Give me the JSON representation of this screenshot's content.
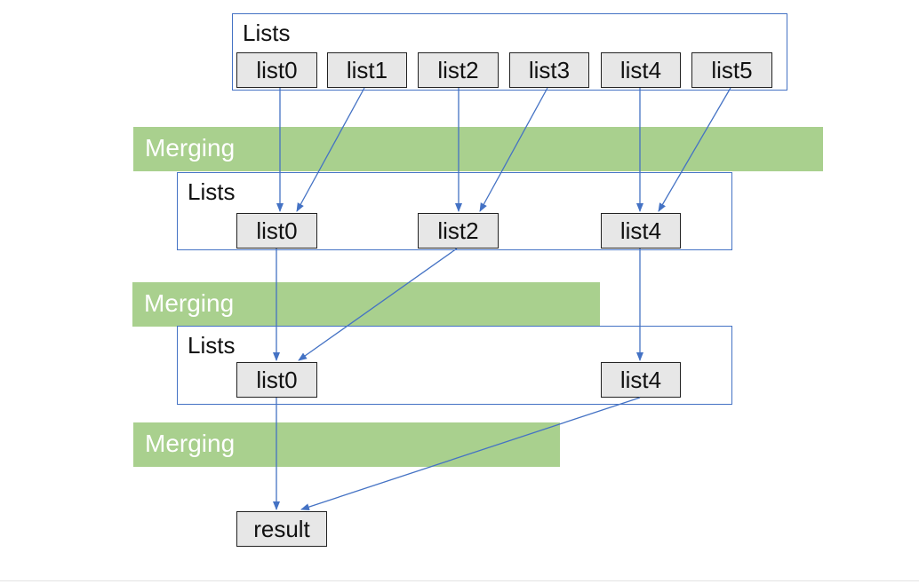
{
  "frames": {
    "level1_title": "Lists",
    "level2_title": "Lists",
    "level3_title": "Lists"
  },
  "bands": {
    "merge1": "Merging",
    "merge2": "Merging",
    "merge3": "Merging"
  },
  "nodes": {
    "l1": [
      "list0",
      "list1",
      "list2",
      "list3",
      "list4",
      "list5"
    ],
    "l2": [
      "list0",
      "list2",
      "list4"
    ],
    "l3": [
      "list0",
      "list4"
    ],
    "result": "result"
  },
  "colors": {
    "frame_border": "#4472c4",
    "arrow": "#4472c4",
    "merge_band": "#a9d08e",
    "node_fill": "#e7e7e7"
  }
}
